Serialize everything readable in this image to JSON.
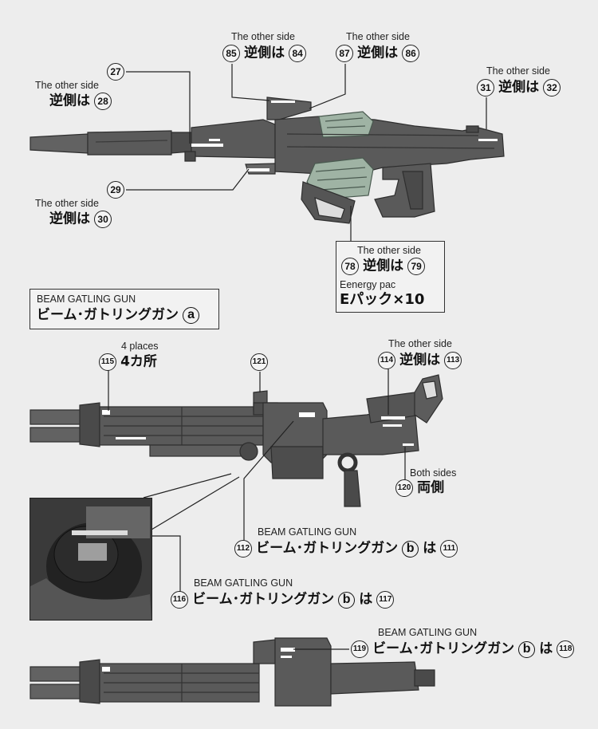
{
  "other_side": "The other side",
  "gyaku": "逆側は",
  "eparts": {
    "en": "Eenergy pac",
    "jp": "Eパック×10"
  },
  "gun_a": {
    "en": "BEAM GATLING GUN",
    "jp": "ビーム･ガトリングガン",
    "letter": "a"
  },
  "gun_b_label": {
    "en": "BEAM GATLING GUN",
    "jp": "ビーム･ガトリングガン",
    "letter": "b",
    "ha": "は"
  },
  "four_places": {
    "en": "4 places",
    "jp": "4カ所"
  },
  "both_sides": {
    "en": "Both sides",
    "jp": "両側"
  },
  "numbers": {
    "n27": "27",
    "n28": "28",
    "n29": "29",
    "n30": "30",
    "n31": "31",
    "n32": "32",
    "n78": "78",
    "n79": "79",
    "n84": "84",
    "n85": "85",
    "n86": "86",
    "n87": "87",
    "n111": "111",
    "n112": "112",
    "n113": "113",
    "n114": "114",
    "n115": "115",
    "n116": "116",
    "n117": "117",
    "n118": "118",
    "n119": "119",
    "n120": "120",
    "n121": "121"
  },
  "colors": {
    "part": "#5a5a5a",
    "part_dark": "#3d3d3d",
    "clear_green": "#9fb3a4",
    "background": "#ededed",
    "sticker": "#ffffff"
  }
}
